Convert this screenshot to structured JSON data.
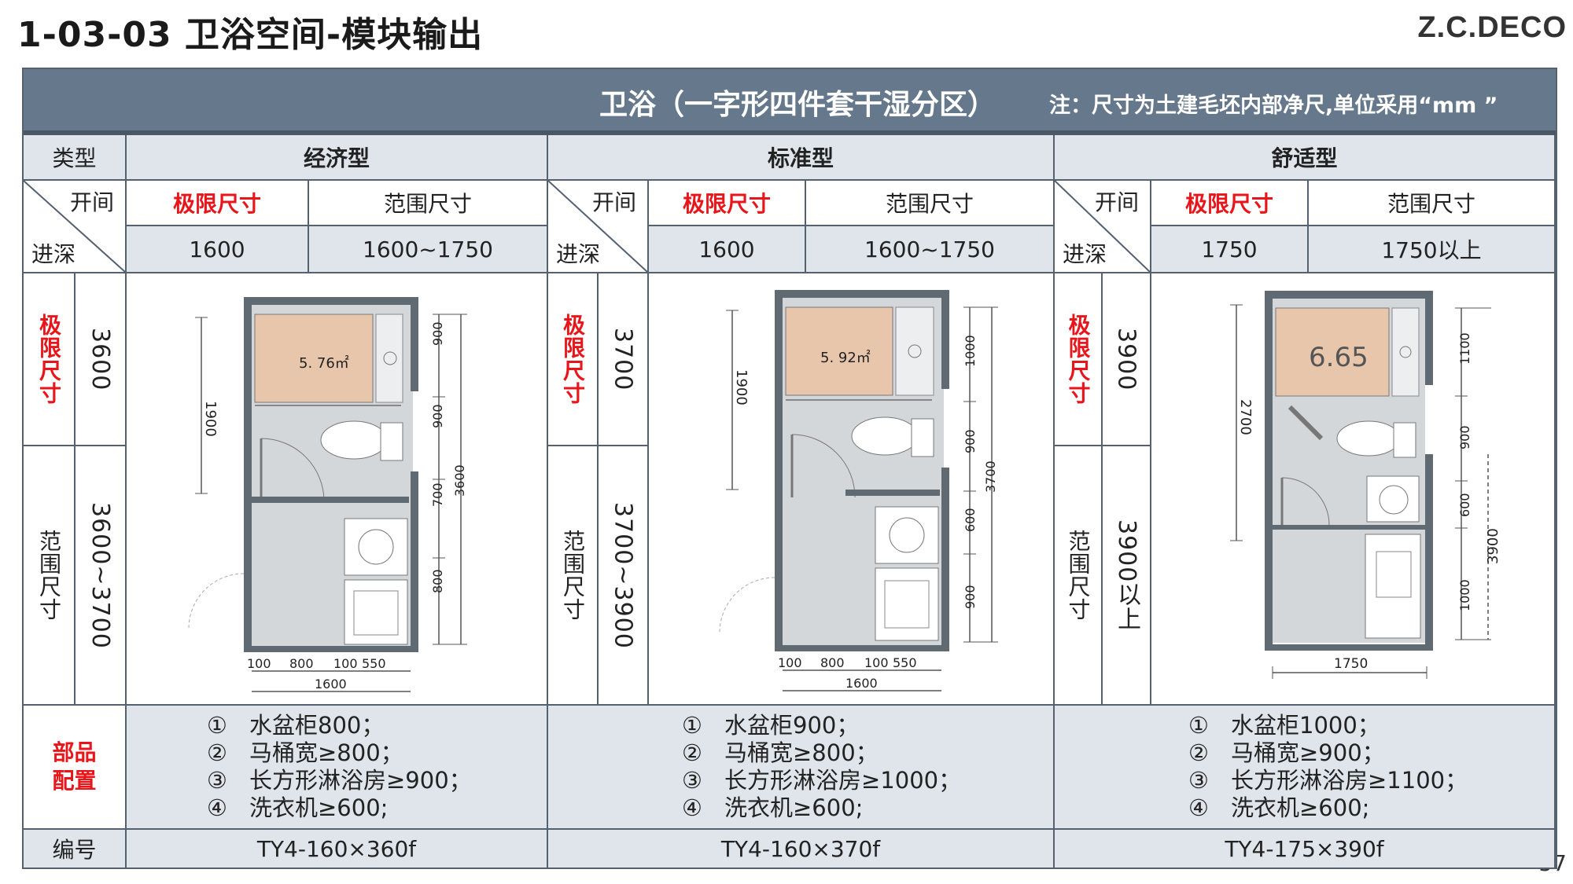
{
  "header": {
    "title": "1-03-03 卫浴空间-模块输出",
    "brand": "Z.C.DECO",
    "page_number": "57"
  },
  "banner": {
    "title": "卫浴（一字形四件套干湿分区）",
    "note": "注：尺寸为土建毛坯内部净尺,单位采用“mm ”"
  },
  "labels": {
    "type": "类型",
    "width": "开间",
    "depth": "进深",
    "limit_size": "极限尺寸",
    "range_size": "范围尺寸",
    "parts": "部品配置",
    "code": "编号"
  },
  "columns": [
    {
      "name": "经济型",
      "limit_width": "1600",
      "range_width": "1600~1750",
      "limit_depth": "3600",
      "range_depth": "3600~3700",
      "plan": {
        "area": "5. 76㎡",
        "side_dim": "1900",
        "right_dims": [
          "900",
          "900",
          "700",
          "800"
        ],
        "total_dim": "3600",
        "bottom_dims": [
          "100",
          "800",
          "100",
          "550"
        ],
        "bottom_total": "1600"
      },
      "parts": [
        {
          "num": "①",
          "text": "水盆柜800；"
        },
        {
          "num": "②",
          "text": "马桶宽≥800；"
        },
        {
          "num": "③",
          "text": "长方形淋浴房≥900；"
        },
        {
          "num": "④",
          "text": "洗衣机≥600;"
        }
      ],
      "code": "TY4-160×360f"
    },
    {
      "name": "标准型",
      "limit_width": "1600",
      "range_width": "1600~1750",
      "limit_depth": "3700",
      "range_depth": "3700~3900",
      "plan": {
        "area": "5. 92㎡",
        "side_dim": "1900",
        "right_dims": [
          "1000",
          "900",
          "600",
          "900"
        ],
        "total_dim": "3700",
        "bottom_dims": [
          "100",
          "800",
          "100",
          "550"
        ],
        "bottom_total": "1600"
      },
      "parts": [
        {
          "num": "①",
          "text": "水盆柜900；"
        },
        {
          "num": "②",
          "text": "马桶宽≥800；"
        },
        {
          "num": "③",
          "text": "长方形淋浴房≥1000；"
        },
        {
          "num": "④",
          "text": "洗衣机≥600;"
        }
      ],
      "code": "TY4-160×370f"
    },
    {
      "name": "舒适型",
      "limit_width": "1750",
      "range_width": "1750以上",
      "limit_depth": "3900",
      "range_depth": "3900以上",
      "plan": {
        "area": "6.65",
        "side_dim": "2700",
        "right_dims": [
          "1100",
          "900",
          "600",
          "1000"
        ],
        "total_dim": "3900",
        "bottom_dims": [],
        "bottom_total": "1750"
      },
      "parts": [
        {
          "num": "①",
          "text": "水盆柜1000；"
        },
        {
          "num": "②",
          "text": "马桶宽≥900；"
        },
        {
          "num": "③",
          "text": "长方形淋浴房≥1100；"
        },
        {
          "num": "④",
          "text": "洗衣机≥600;"
        }
      ],
      "code": "TY4-175×390f"
    }
  ],
  "colors": {
    "banner": "#66788b",
    "header_fill": "#dfe5eb",
    "limit_red": "#e8161b",
    "wet_zone": "#e8c6ac",
    "wall": "#5f6a73",
    "floor": "#d3d7da"
  }
}
